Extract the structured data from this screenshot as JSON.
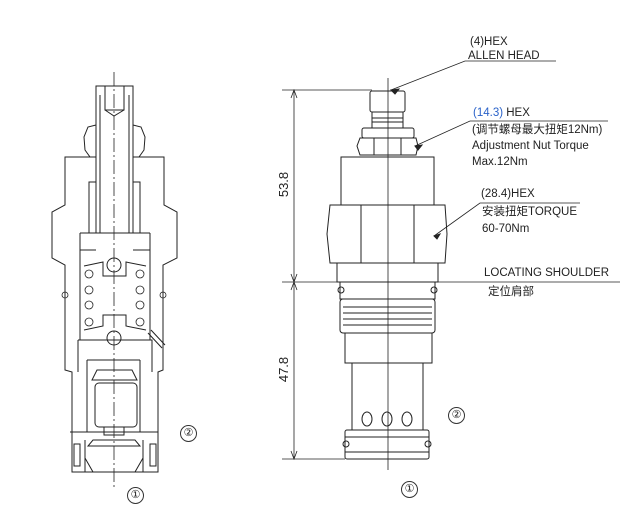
{
  "callouts": {
    "allen_head": {
      "size": "(4)HEX",
      "name": "ALLEN HEAD"
    },
    "adjust_nut": {
      "size": "(14.3)",
      "size_suffix": " HEX",
      "cn": "(调节螺母最大扭矩12Nm)",
      "en1": "Adjustment Nut Torque",
      "en2": "Max.12Nm"
    },
    "body_hex": {
      "size": "(28.4)HEX",
      "cn": "安装扭矩TORQUE",
      "torque": "60-70Nm"
    },
    "shoulder": {
      "en": "LOCATING SHOULDER",
      "cn": "定位肩部"
    }
  },
  "dimensions": {
    "upper": "53.8",
    "lower": "47.8"
  },
  "ports": {
    "port1": "①",
    "port2": "②"
  },
  "colors": {
    "line": "#222222",
    "accent": "#2a62c9"
  }
}
